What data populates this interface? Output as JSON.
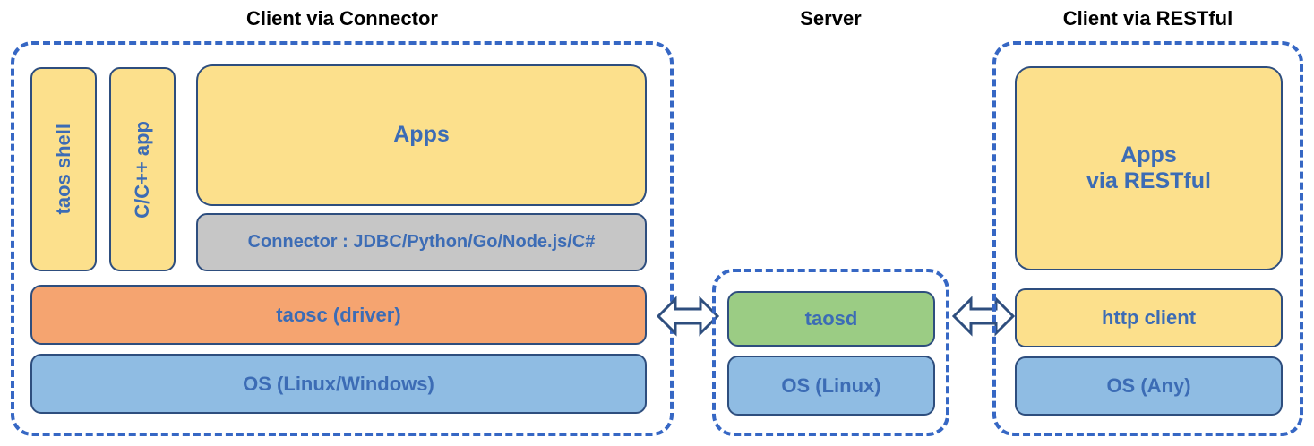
{
  "diagram": {
    "title_left": "Client via Connector",
    "title_mid": "Server",
    "title_right": "Client via RESTful",
    "colors": {
      "dashed_border": "#3667C4",
      "box_border": "#2E4E7E",
      "label_text": "#3C6CB5",
      "header_text": "#000000",
      "yellow": "#FCE08C",
      "orange": "#F5A470",
      "blue": "#8FBCE3",
      "green": "#9BCC84",
      "gray": "#C6C6C6",
      "background": "#FFFFFF"
    }
  },
  "client_connector": {
    "taos_shell": "taos shell",
    "c_cpp_app": "C/C++ app",
    "apps": "Apps",
    "connector": "Connector : JDBC/Python/Go/Node.js/C#",
    "taosc": "taosc (driver)",
    "os": "OS (Linux/Windows)"
  },
  "server": {
    "taosd": "taosd",
    "os": "OS (Linux)"
  },
  "client_restful": {
    "apps": "Apps\nvia RESTful",
    "http_client": "http client",
    "os": "OS (Any)"
  },
  "connections": [
    {
      "name": "connector-to-server",
      "icon": "double-arrow-left-right-icon"
    },
    {
      "name": "server-to-restful",
      "icon": "double-arrow-left-right-icon"
    }
  ]
}
